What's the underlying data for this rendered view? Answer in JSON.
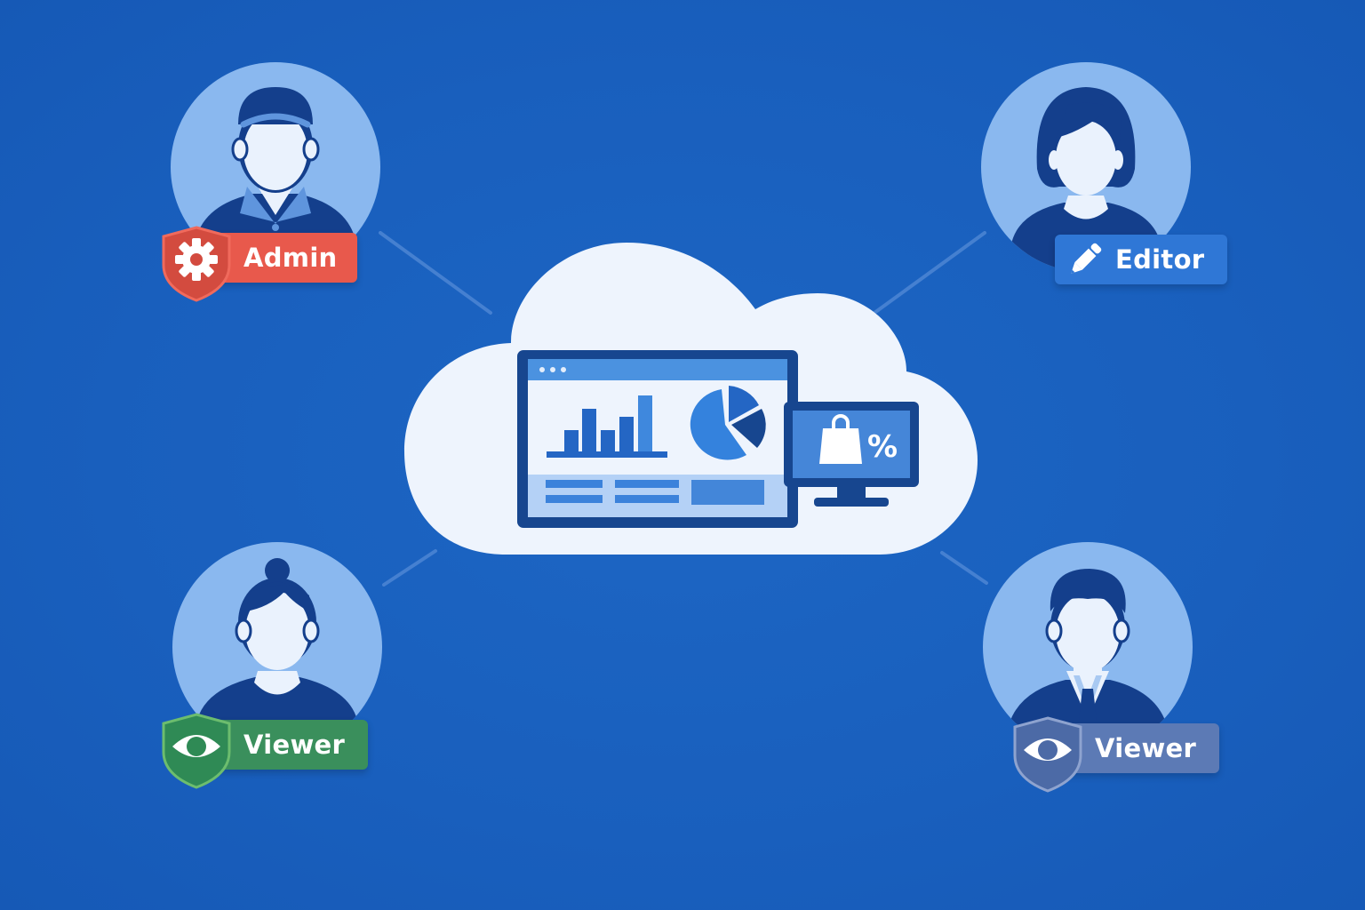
{
  "diagram": {
    "title": "Cloud dashboard role-based access",
    "center": {
      "type": "cloud",
      "content": [
        "dashboard-window",
        "bar-chart",
        "pie-chart",
        "table-rows",
        "monitor-with-shopping-bag-discount"
      ],
      "monitor_symbol": "%"
    },
    "users": [
      {
        "position": "top-left",
        "avatar": "man-with-cap",
        "role": "Admin",
        "role_icon": "gear-icon",
        "color": "#e8594c"
      },
      {
        "position": "top-right",
        "avatar": "woman-short-hair",
        "role": "Editor",
        "role_icon": "pencil-icon",
        "color": "#2f77d6"
      },
      {
        "position": "bottom-left",
        "avatar": "woman-bun",
        "role": "Viewer",
        "role_icon": "eye-icon",
        "color": "#3a8f5c"
      },
      {
        "position": "bottom-right",
        "avatar": "man-in-suit",
        "role": "Viewer",
        "role_icon": "eye-icon",
        "color": "#5c7ab5"
      }
    ]
  },
  "colors": {
    "background": "#1a62c0",
    "avatar_circle": "#8ab8ef",
    "figure_dark": "#143f8c",
    "face": "#eaf2fd",
    "cloud": "#eef4fd"
  }
}
